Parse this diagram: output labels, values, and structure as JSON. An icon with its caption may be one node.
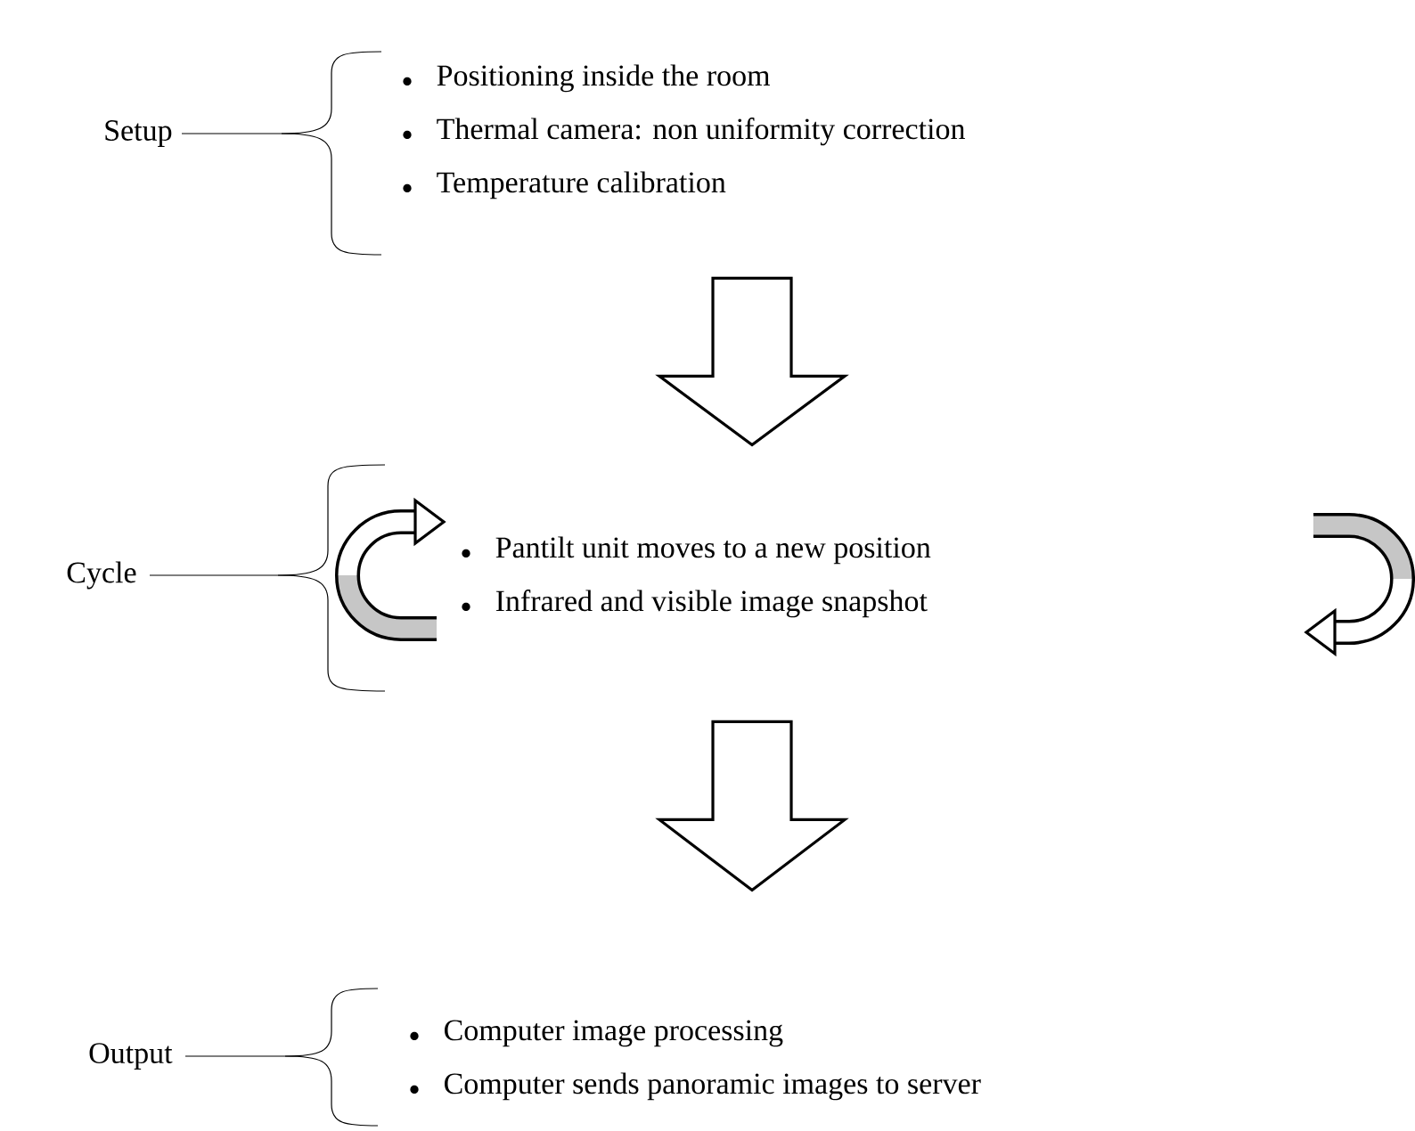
{
  "diagram": {
    "nodes": [
      {
        "text": [
          "Positioning inside the room",
          "Thermal camera: non uniformity correction",
          "Temperature calibration"
        ]
      },
      {
        "text": [
          "Pantilt unit moves to a new position",
          "Infrared and visible image snapshot"
        ]
      },
      {
        "text": [
          "Computer image processing",
          "Computer sends panoramic images to server"
        ]
      }
    ],
    "labels": [
      "Setup",
      "Cycle",
      "Output"
    ],
    "edges": [
      {
        "from": 0,
        "to": 1,
        "arrow": "to"
      },
      {
        "from": 1,
        "to": 2,
        "arrow": "to"
      }
    ]
  }
}
